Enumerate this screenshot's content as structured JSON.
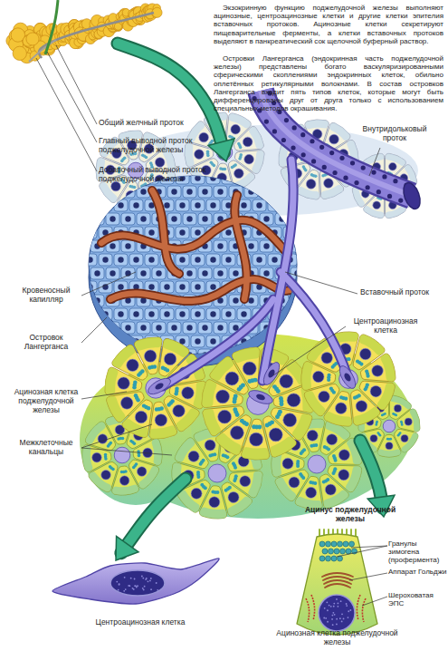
{
  "diagram": {
    "labels": [
      "Экзокринную функцию поджелудочной железы выполняют ацинозные, центроацинозные клетки и другие клетки эпителия вставочных протоков. Ацинозные клетки секретируют пищеварительные ферменты, а клетки вставочных протоков выделяют в панкреатический сок щелочной буферный раствор.",
      "Островки Лангерганса (эндокринная часть поджелудочной железы) представлены богато васкуляризированными сферическими скоплениями эндокринных клеток, обильно оплетённых ретикулярными волокнами. В состав островков Лангерганса входит пять типов клеток, которые могут быть дифференцированы друг от друга только с использованием специальных методов окрашивания.",
      "Общий желчный проток",
      "Главный выводной проток поджелудочной железы",
      "Добавочный выводной проток поджелудочной железы",
      "Внутридольковый проток",
      "Кровеносный капилляр",
      "Вставочный проток",
      "Островок Лангерганса",
      "Центроацинозная клетка",
      "Ацинозная клетка поджелудочной железы",
      "Межклеточные канальцы",
      "Ацинус поджелудочной железы",
      "Центроацинозная клетка",
      "Гранулы зимогена (профермента)",
      "Аппарат Гольджи",
      "Шероховатая ЭПС",
      "Ацинозная клетка поджелудочной железы"
    ]
  }
}
